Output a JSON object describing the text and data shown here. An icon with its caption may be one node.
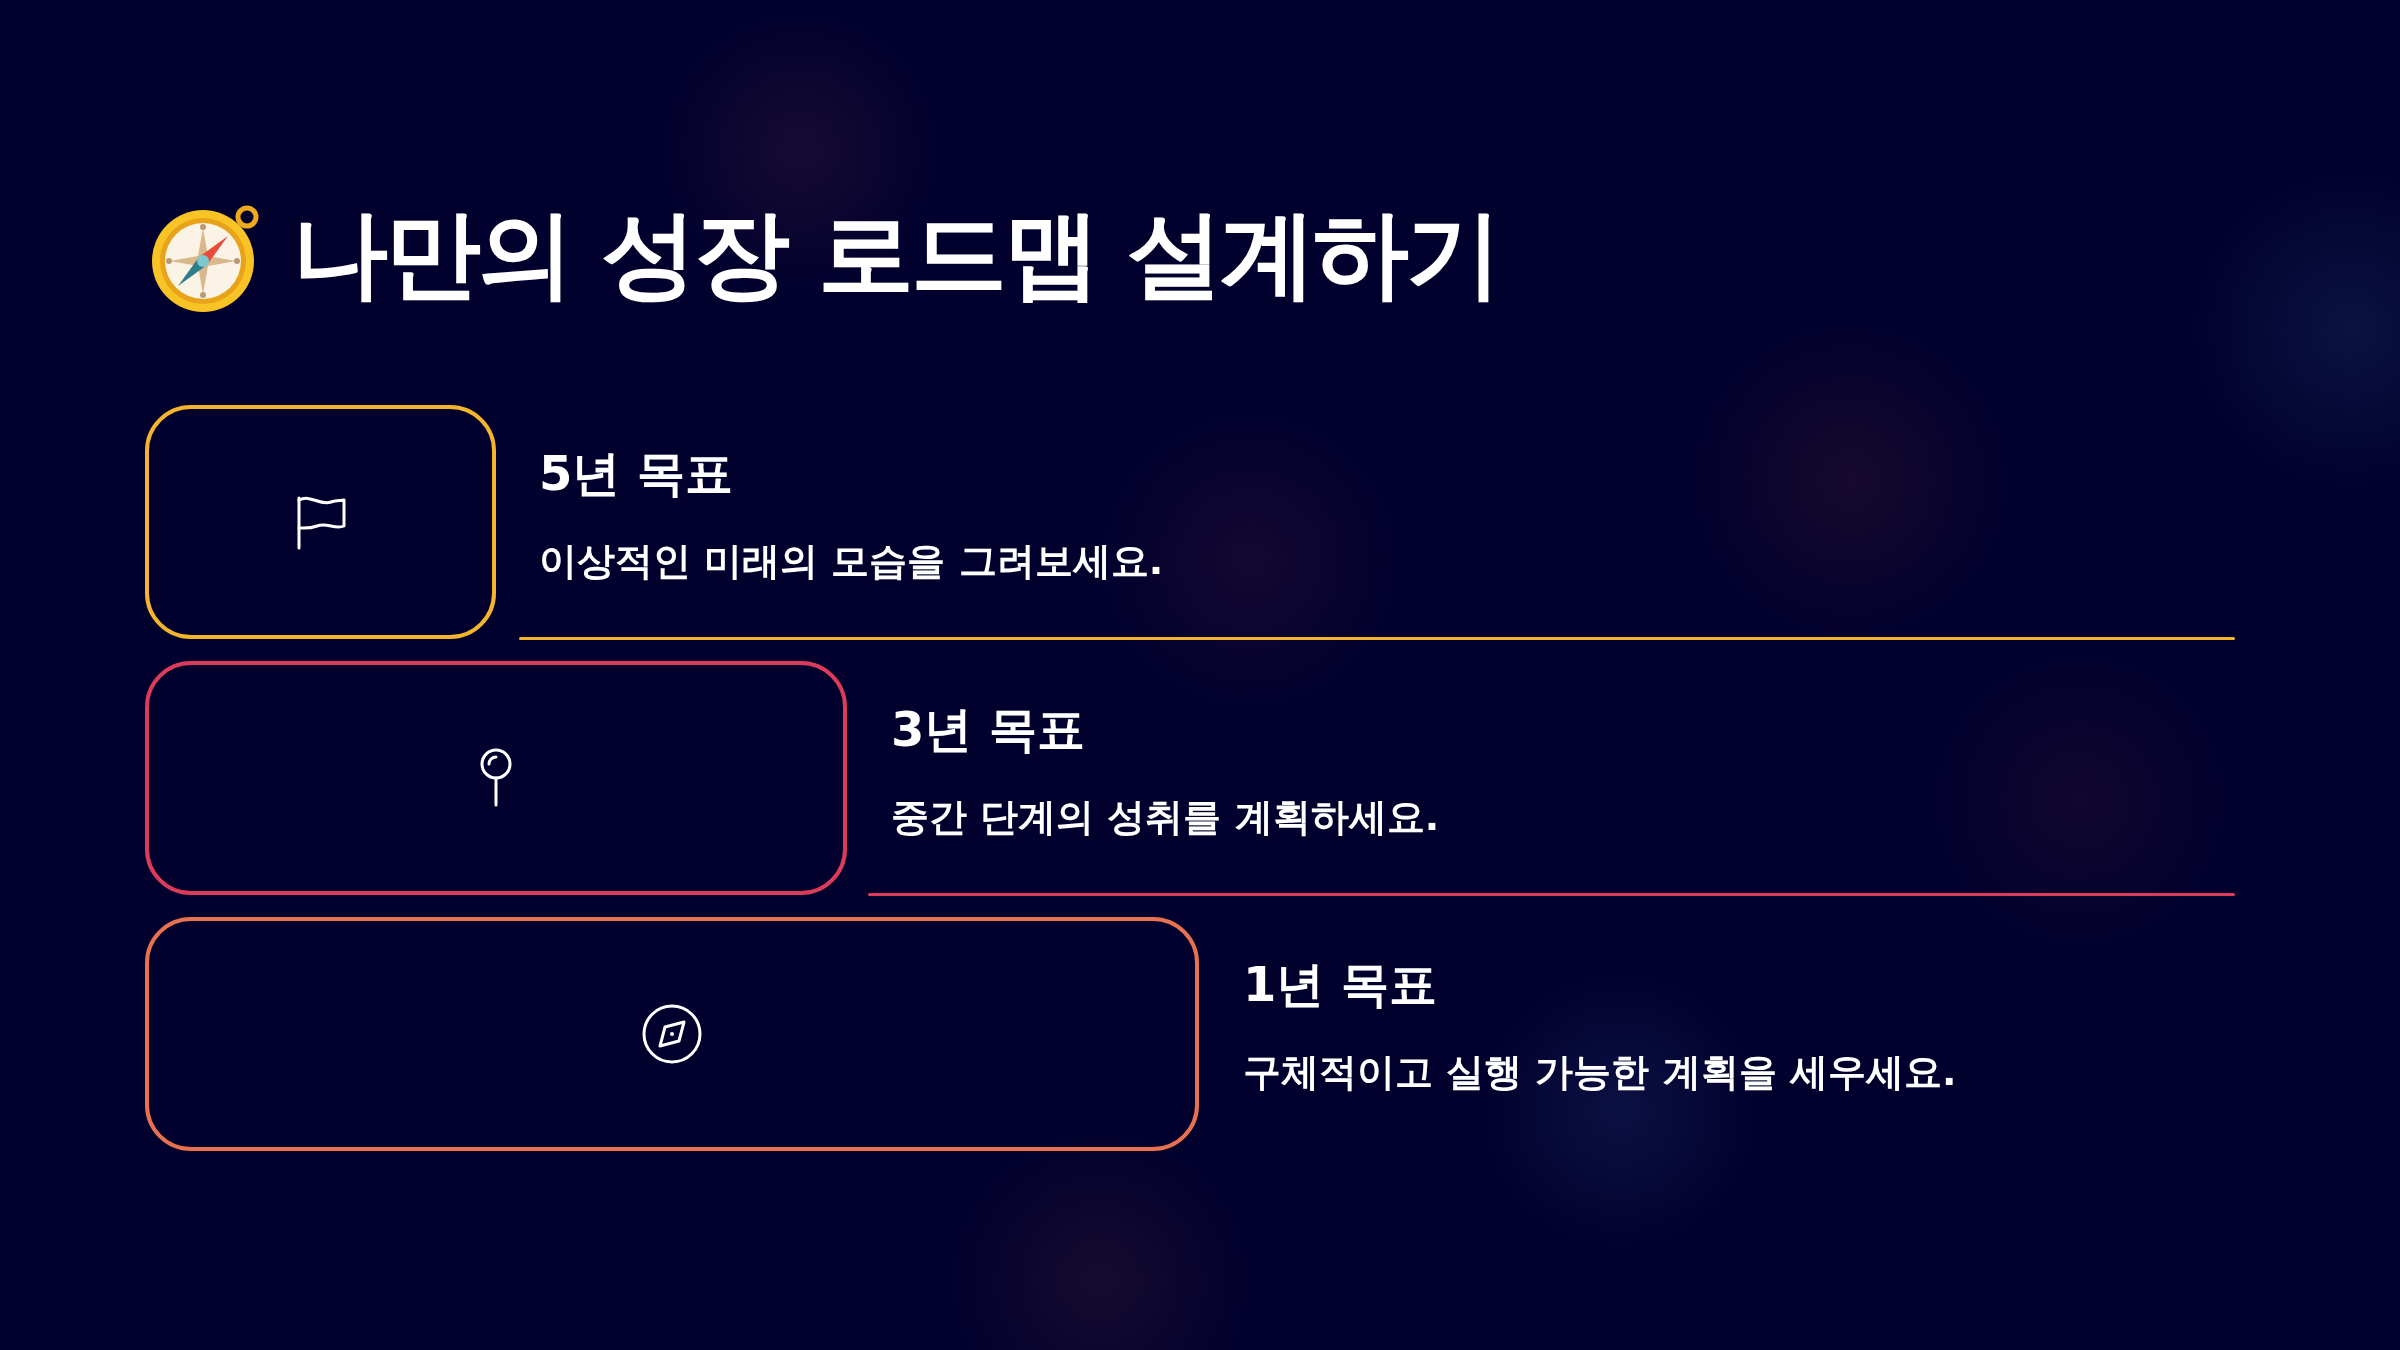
{
  "diagram": {
    "title": "나만의 성장 로드맵 설계하기",
    "nodes": [
      {
        "text": [],
        "shape": "box",
        "beside": [
          "5년 목표",
          "이상적인 미래의 모습을 그려보세요."
        ]
      },
      {
        "text": [],
        "shape": "box",
        "beside": [
          "3년 목표",
          "중간 단계의 성취를 계획하세요."
        ]
      },
      {
        "text": [],
        "shape": "box",
        "beside": [
          "1년 목표",
          "구체적이고 실행 가능한 계획을 세우세요."
        ]
      }
    ]
  }
}
